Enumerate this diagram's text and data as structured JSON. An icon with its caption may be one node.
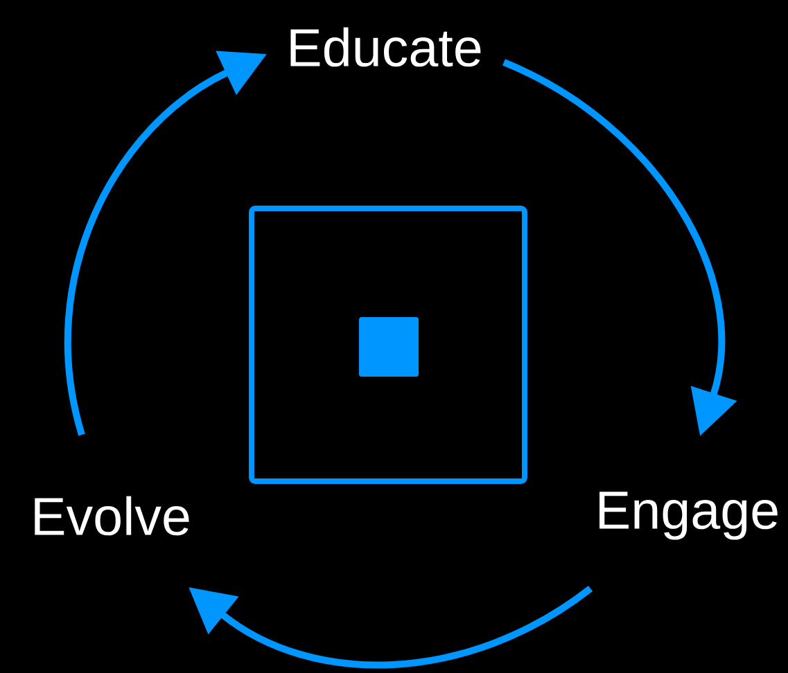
{
  "diagram": {
    "nodes": [
      {
        "text": [
          "Educate"
        ]
      },
      {
        "text": [
          "Engage"
        ]
      },
      {
        "text": [
          "Evolve"
        ]
      },
      {
        "text": [],
        "shape": "box"
      },
      {
        "text": [],
        "shape": "box",
        "in": 3
      }
    ],
    "edges": [
      {
        "from": 0,
        "to": 1,
        "arrow": "to"
      },
      {
        "from": 1,
        "to": 2,
        "arrow": "to"
      },
      {
        "from": 2,
        "to": 0,
        "arrow": "to"
      }
    ]
  }
}
